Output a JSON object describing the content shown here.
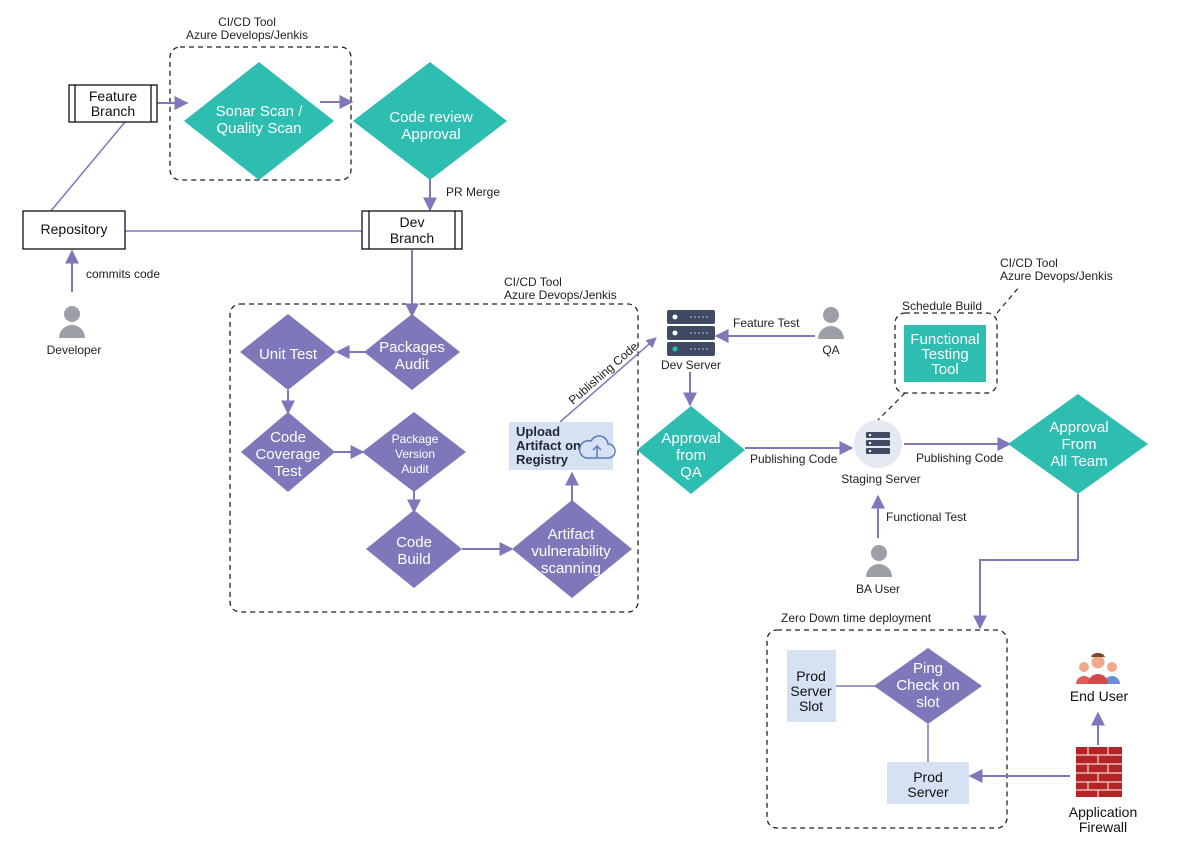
{
  "colors": {
    "teal": "#2DBDB1",
    "purple": "#7E78BB",
    "arrow": "#7E78BB",
    "light_blue_box": "#D6E1F3",
    "dashed_border": "#222222",
    "user_gray": "#9aa0a6",
    "server_dark": "#3F4B63",
    "firewall_red": "#B22426"
  },
  "group_top": {
    "title_line1": "CI/CD Tool",
    "title_line2": "Azure Develops/Jenkis"
  },
  "group_pipeline": {
    "title_line1": "CI/CD Tool",
    "title_line2": "Azure Devops/Jenkis"
  },
  "group_functional": {
    "title_line1": "CI/CD Tool",
    "title_line2": "Azure Devops/Jenkis",
    "schedule": "Schedule Build"
  },
  "group_prod": {
    "title": "Zero Down time deployment"
  },
  "nodes": {
    "feature_branch": {
      "line1": "Feature",
      "line2": "Branch"
    },
    "repository": {
      "label": "Repository"
    },
    "dev_branch": {
      "line1": "Dev",
      "line2": "Branch"
    },
    "sonar": {
      "line1": "Sonar Scan /",
      "line2": "Quality Scan"
    },
    "code_review": {
      "line1": "Code review",
      "line2": "Approval"
    },
    "packages_audit": {
      "line1": "Packages",
      "line2": "Audit"
    },
    "unit_test": {
      "line1": "Unit Test"
    },
    "code_coverage": {
      "line1": "Code",
      "line2": "Coverage",
      "line3": "Test"
    },
    "package_version": {
      "line1": "Package",
      "line2": "Version",
      "line3": "Audit"
    },
    "code_build": {
      "line1": "Code",
      "line2": "Build"
    },
    "artifact_scan": {
      "line1": "Artifact",
      "line2": "vulnerability",
      "line3": "scanning"
    },
    "upload_artifact": {
      "line1": "Upload",
      "line2": "Artifact on",
      "line3": "Registry"
    },
    "approval_qa": {
      "line1": "Approval",
      "line2": "from",
      "line3": "QA"
    },
    "approval_all": {
      "line1": "Approval",
      "line2": "From",
      "line3": "All Team"
    },
    "functional_tool": {
      "line1": "Functional",
      "line2": "Testing",
      "line3": "Tool"
    },
    "ping_check": {
      "line1": "Ping",
      "line2": "Check on",
      "line3": "slot"
    },
    "prod_slot": {
      "line1": "Prod",
      "line2": "Server",
      "line3": "Slot"
    },
    "prod_server": {
      "line1": "Prod",
      "line2": "Server"
    },
    "dev_server": {
      "label": "Dev Server"
    },
    "staging_server": {
      "label": "Staging Server"
    }
  },
  "actors": {
    "developer": "Developer",
    "qa": "QA",
    "ba_user": "BA User",
    "end_user": "End User",
    "firewall_line1": "Application",
    "firewall_line2": "Firewall"
  },
  "edge_labels": {
    "commits_code": "commits code",
    "pr_merge": "PR Merge",
    "publishing_code_diag": "Publishing Code",
    "feature_test": "Feature Test",
    "publishing_code_qa": "Publishing Code",
    "publishing_code_staging": "Publishing Code",
    "functional_test": "Functional Test"
  }
}
